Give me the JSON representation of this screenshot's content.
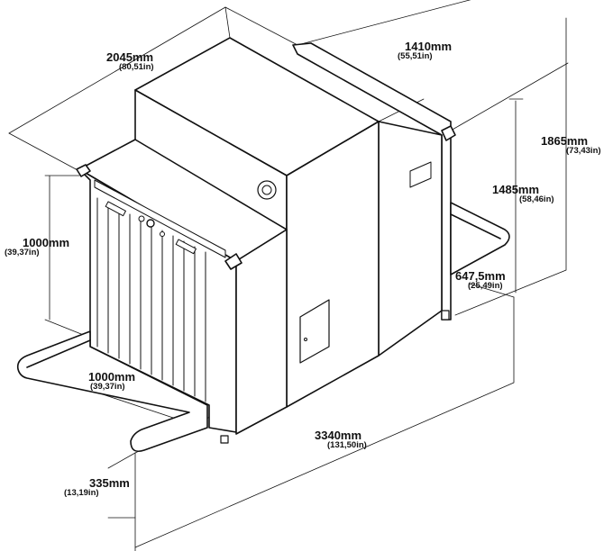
{
  "dimensions": {
    "overall_depth": {
      "mm": "2045mm",
      "in": "(80,51in)"
    },
    "rear_width": {
      "mm": "1410mm",
      "in": "(55,51in)"
    },
    "total_height": {
      "mm": "1865mm",
      "in": "(73,43in)"
    },
    "body_height": {
      "mm": "1485mm",
      "in": "(58,46in)"
    },
    "tunnel_height": {
      "mm": "1000mm",
      "in": "(39,37in)"
    },
    "tunnel_width": {
      "mm": "1000mm",
      "in": "(39,37in)"
    },
    "conveyor_height": {
      "mm": "647,5mm",
      "in": "(25,49in)"
    },
    "overall_length": {
      "mm": "3340mm",
      "in": "(131,50in)"
    },
    "conveyor_top": {
      "mm": "335mm",
      "in": "(13,19in)"
    }
  }
}
